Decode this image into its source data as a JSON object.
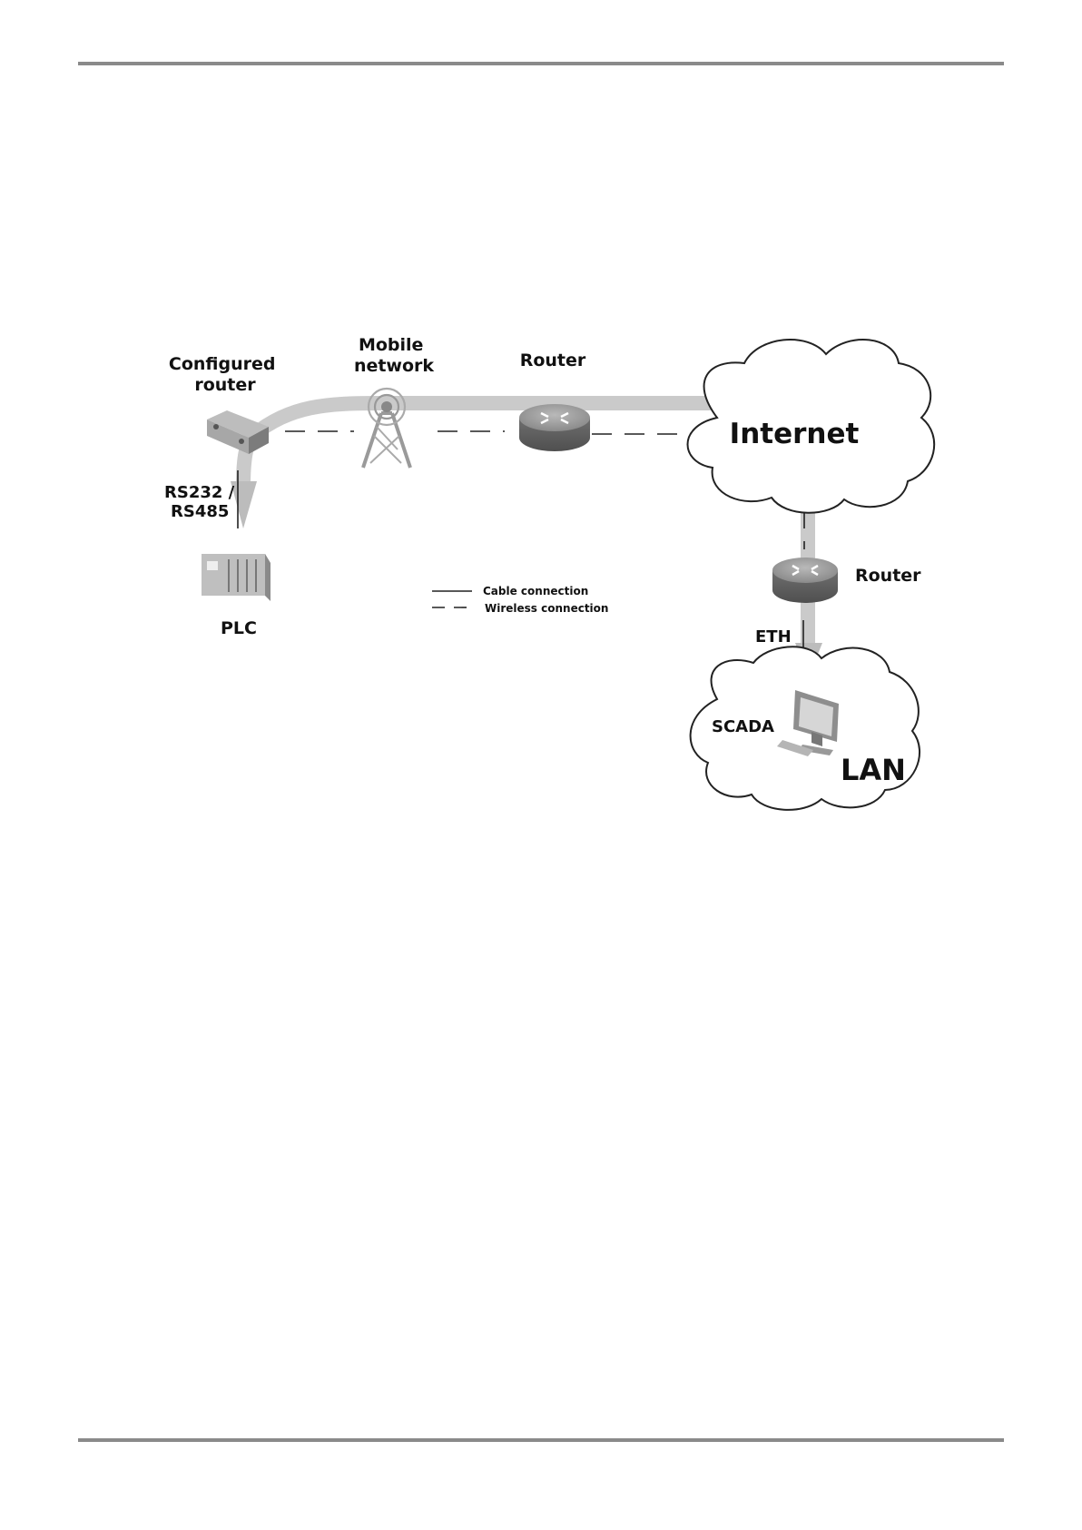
{
  "labels": {
    "configured_router": [
      "Configured",
      "router"
    ],
    "mobile_network": [
      "Mobile",
      "network"
    ],
    "router_top": "Router",
    "internet": "Internet",
    "rs_line1": "RS232 /",
    "rs_line2": "RS485",
    "plc": "PLC",
    "router_right": "Router",
    "eth": "ETH",
    "scada": "SCADA",
    "lan": "LAN"
  },
  "legend": {
    "cable": "Cable connection",
    "wireless": "Wireless connection"
  },
  "colors": {
    "path": "#c9c9c9",
    "rule": "#8a8a8a",
    "device": "#9a9a9a"
  }
}
